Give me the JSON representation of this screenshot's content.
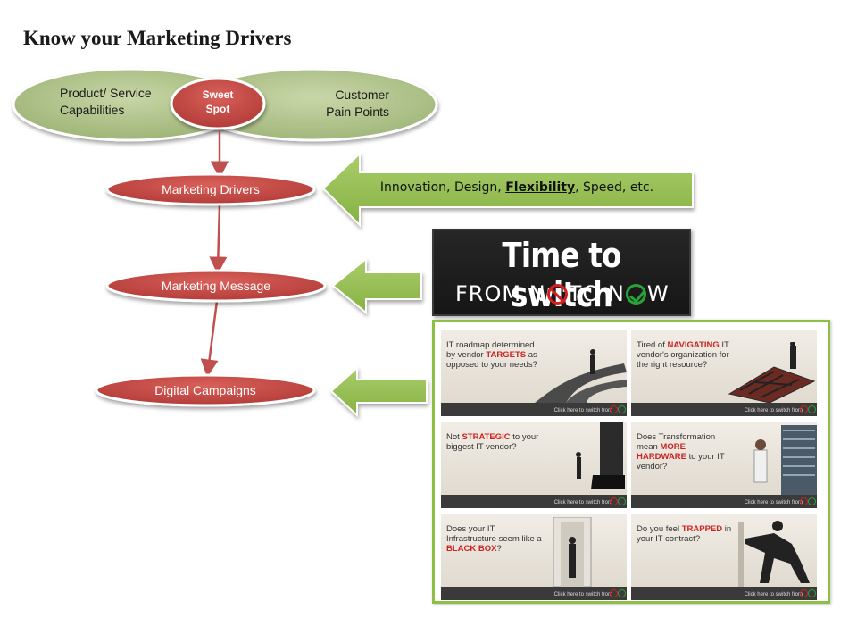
{
  "title": "Know your Marketing Drivers",
  "venn": {
    "left_label": [
      "Product/ Service",
      "Capabilities"
    ],
    "right_label": [
      "Customer",
      "Pain Points"
    ],
    "center_label": [
      "Sweet",
      "Spot"
    ]
  },
  "flow": {
    "drivers": "Marketing  Drivers",
    "message": "Marketing Message",
    "campaigns": "Digital Campaigns"
  },
  "drivers_callout": {
    "prefix": "Innovation, Design, ",
    "emphasis": "Flexibility",
    "suffix": ", Speed, etc."
  },
  "banner": {
    "headline": "Time to switch",
    "from": "FROM N",
    "to": " TO N",
    "end": "W"
  },
  "tiles": [
    {
      "pre": "IT roadmap determined by vendor ",
      "hl": "TARGETS",
      "post": " as opposed to your needs?",
      "cta": "Click here to switch from"
    },
    {
      "pre": "Tired of ",
      "hl": "NAVIGATING",
      "post": " IT vendor's organization for the right resource?",
      "cta": "Click here to switch from"
    },
    {
      "pre": "Not ",
      "hl": "STRATEGIC",
      "post": " to your biggest IT vendor?",
      "cta": "Click here to switch from"
    },
    {
      "pre": "Does Transformation mean ",
      "hl": "MORE HARDWARE",
      "post": " to your IT vendor?",
      "cta": "Click here to switch from"
    },
    {
      "pre": "Does your IT Infrastructure seem like a ",
      "hl": "BLACK BOX",
      "post": "?",
      "cta": "Click here to switch from"
    },
    {
      "pre": "Do you feel ",
      "hl": "TRAPPED",
      "post": " in your IT contract?",
      "cta": "Click here to switch from"
    }
  ],
  "colors": {
    "oval_green": "#a9bd82",
    "pill_red": "#c0504d",
    "arrow_green": "#93bd52",
    "connector": "#c0504d"
  }
}
